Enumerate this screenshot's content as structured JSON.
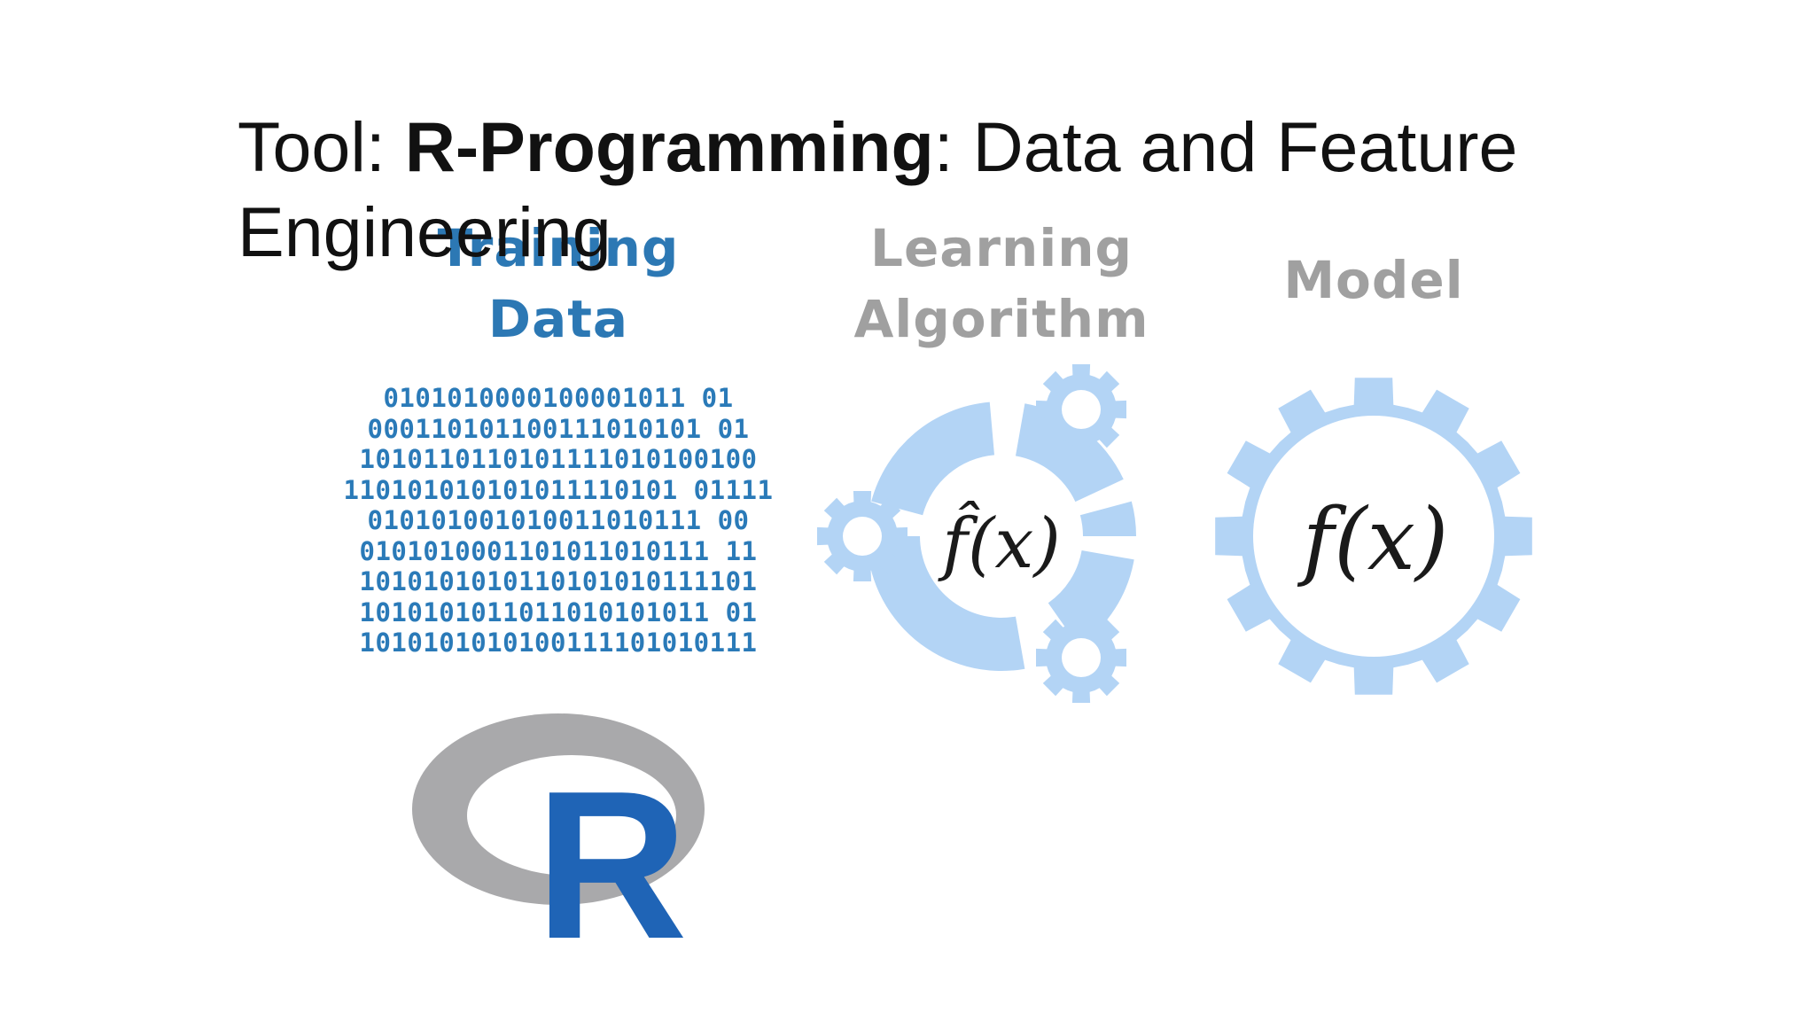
{
  "title": {
    "prefix": "Tool: ",
    "bold": "R-Programming",
    "suffix": ": Data and Feature Engineering"
  },
  "columns": {
    "training": {
      "line1": "Training",
      "line2": "Data",
      "color": "#2c78b4"
    },
    "learning": {
      "line1": "Learning",
      "line2": "Algorithm",
      "color": "#a0a0a0"
    },
    "model": {
      "label": "Model",
      "color": "#a0a0a0"
    }
  },
  "binary_rows": [
    "0101010000100001011 01",
    "000110101100111010101 01",
    "1010110110101111010100100",
    "110101010101011110101 01111",
    "010101001010011010111 00",
    "0101010001101011010111 11",
    "1010101010110101010111101",
    "1010101011011010101011 01",
    "1010101010100111101010111"
  ],
  "learning_formula": "f̂(x)",
  "model_formula": "f(x)",
  "gear_color": "#b3d4f5",
  "r_logo": {
    "letter": "R",
    "ring_color": "#a9a9ab",
    "letter_color": "#1f64b6"
  }
}
